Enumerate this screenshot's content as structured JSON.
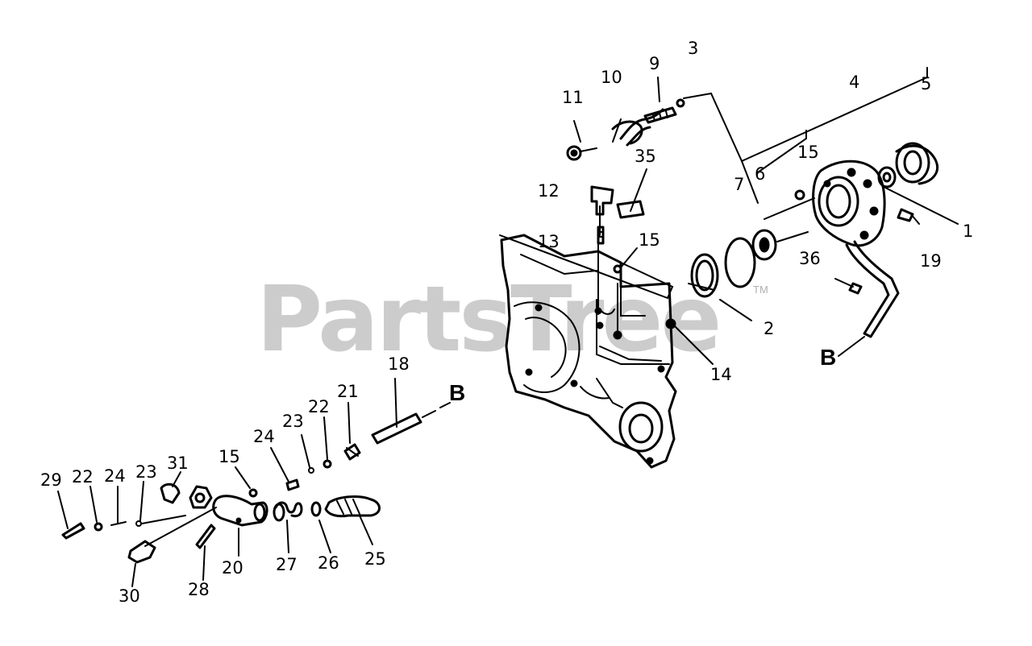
{
  "watermark": {
    "text": "PartsTree",
    "trademark": "TM"
  },
  "callouts": [
    {
      "id": "c11",
      "label": "11"
    },
    {
      "id": "c10",
      "label": "10"
    },
    {
      "id": "c9",
      "label": "9"
    },
    {
      "id": "c3",
      "label": "3"
    },
    {
      "id": "c4",
      "label": "4"
    },
    {
      "id": "c5",
      "label": "5"
    },
    {
      "id": "c35",
      "label": "35"
    },
    {
      "id": "c15a",
      "label": "15"
    },
    {
      "id": "c7",
      "label": "7"
    },
    {
      "id": "c6",
      "label": "6"
    },
    {
      "id": "c12",
      "label": "12"
    },
    {
      "id": "c1",
      "label": "1"
    },
    {
      "id": "c13",
      "label": "13"
    },
    {
      "id": "c15b",
      "label": "15"
    },
    {
      "id": "c36",
      "label": "36"
    },
    {
      "id": "c19",
      "label": "19"
    },
    {
      "id": "c2",
      "label": "2"
    },
    {
      "id": "c14",
      "label": "14"
    },
    {
      "id": "cBa",
      "label": "B"
    },
    {
      "id": "c18",
      "label": "18"
    },
    {
      "id": "cBb",
      "label": "B"
    },
    {
      "id": "c21",
      "label": "21"
    },
    {
      "id": "c22a",
      "label": "22"
    },
    {
      "id": "c23a",
      "label": "23"
    },
    {
      "id": "c24a",
      "label": "24"
    },
    {
      "id": "c15c",
      "label": "15"
    },
    {
      "id": "c31",
      "label": "31"
    },
    {
      "id": "c29",
      "label": "29"
    },
    {
      "id": "c22b",
      "label": "22"
    },
    {
      "id": "c24b",
      "label": "24"
    },
    {
      "id": "c23b",
      "label": "23"
    },
    {
      "id": "c20",
      "label": "20"
    },
    {
      "id": "c27",
      "label": "27"
    },
    {
      "id": "c26",
      "label": "26"
    },
    {
      "id": "c25",
      "label": "25"
    },
    {
      "id": "c28",
      "label": "28"
    },
    {
      "id": "c30",
      "label": "30"
    }
  ]
}
